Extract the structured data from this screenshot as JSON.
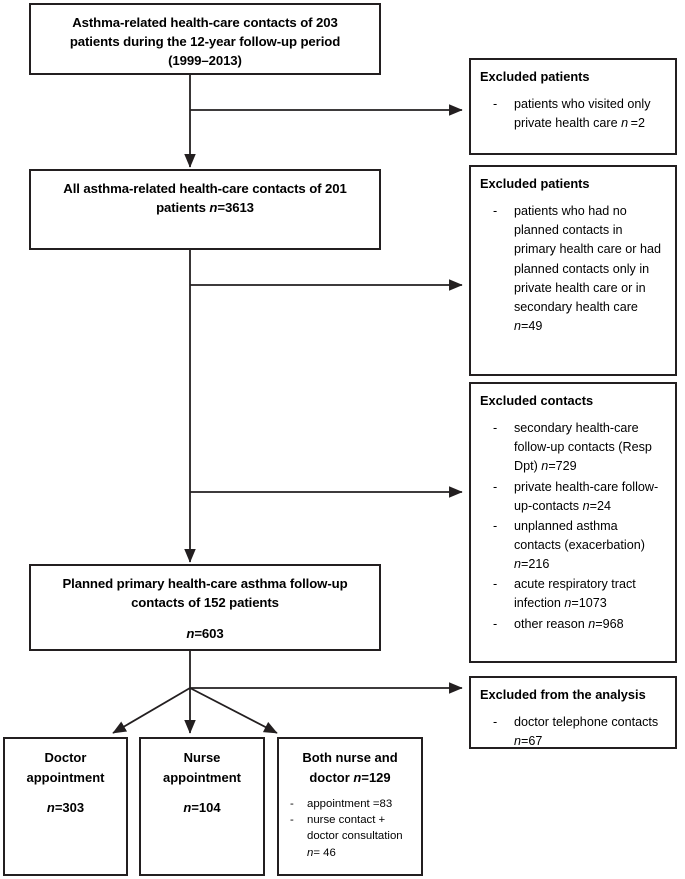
{
  "figure": {
    "type": "flowchart",
    "title": "Asthma follow-up contacts patient flow diagram",
    "line_color": "#231f20",
    "background": "#ffffff"
  },
  "nodes": {
    "n1": {
      "id": "n1",
      "lines": [
        "Asthma-related health-care contacts of 203",
        "patients during the 12-year follow-up period",
        "(1999–2013)"
      ]
    },
    "n2": {
      "id": "n2",
      "lines": [
        "All asthma-related health-care contacts of 201",
        "patients n=3613"
      ]
    },
    "n3": {
      "id": "n3",
      "lines": [
        "Planned primary health-care asthma follow-up",
        "contacts of 152 patients",
        "",
        "n=603"
      ]
    }
  },
  "side_boxes": {
    "s1": {
      "title": "Excluded patients",
      "items": [
        "patients who visited only private health care n =2"
      ]
    },
    "s2": {
      "title": "Excluded patients",
      "items": [
        "patients who had no planned contacts in primary health care or had planned contacts only in private health care or in secondary health care n=49"
      ]
    },
    "s3": {
      "title": "Excluded contacts",
      "items": [
        "secondary health-care follow-up contacts (Resp Dpt) n=729",
        "private health-care follow-up-contacts n=24",
        "unplanned asthma contacts (exacerbation) n=216",
        "acute respiratory tract infection n=1073",
        "other reason n=968"
      ]
    },
    "s4": {
      "title": "Excluded from the analysis",
      "items": [
        "doctor telephone contacts n=67"
      ]
    }
  },
  "outcome_boxes": [
    {
      "id": "doctor-appointment",
      "lines": [
        "Doctor",
        "appointment",
        "",
        "n=303"
      ],
      "sub_items": []
    },
    {
      "id": "nurse-appointment",
      "lines": [
        "Nurse",
        "appointment",
        "",
        "n=104"
      ],
      "sub_items": []
    },
    {
      "id": "both-nurse-and-doctor",
      "lines": [
        "Both nurse and",
        "doctor n=129"
      ],
      "sub_items": [
        "appointment =83",
        "nurse contact + doctor consultation n= 46"
      ]
    }
  ],
  "bullet_glyph": "-"
}
